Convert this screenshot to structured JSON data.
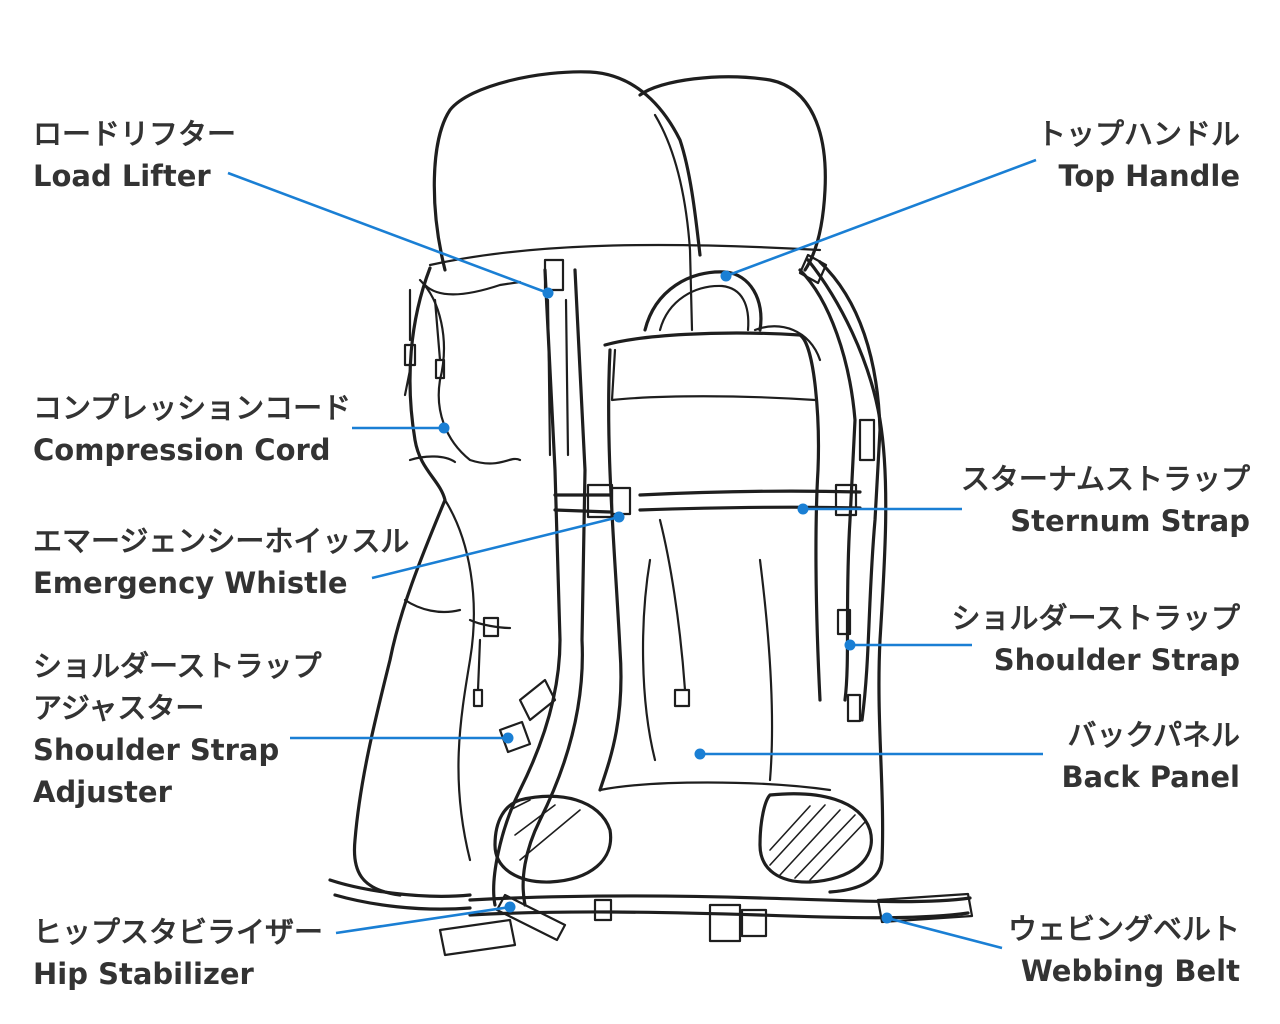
{
  "colors": {
    "accent": "#1a7fd4",
    "text": "#333333",
    "ink": "#1e1e1e"
  },
  "labels": {
    "load_lifter": {
      "ja": "ロードリフター",
      "en": "Load Lifter"
    },
    "top_handle": {
      "ja": "トップハンドル",
      "en": "Top Handle"
    },
    "compression_cord": {
      "ja": "コンプレッションコード",
      "en": "Compression Cord"
    },
    "sternum_strap": {
      "ja": "スターナムストラップ",
      "en": "Sternum Strap"
    },
    "emergency_whistle": {
      "ja": "エマージェンシーホイッスル",
      "en": "Emergency Whistle"
    },
    "shoulder_strap": {
      "ja": "ショルダーストラップ",
      "en": "Shoulder Strap"
    },
    "shoulder_strap_adjuster": {
      "ja1": "ショルダーストラップ",
      "ja2": "アジャスター",
      "en1": "Shoulder Strap",
      "en2": "Adjuster"
    },
    "back_panel": {
      "ja": "バックパネル",
      "en": "Back Panel"
    },
    "hip_stabilizer": {
      "ja": "ヒップスタビライザー",
      "en": "Hip Stabilizer"
    },
    "webbing_belt": {
      "ja": "ウェビングベルト",
      "en": "Webbing Belt"
    }
  }
}
